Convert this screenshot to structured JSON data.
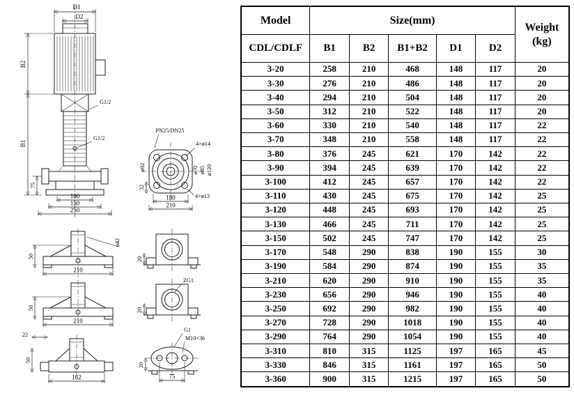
{
  "table": {
    "header": {
      "model": "Model",
      "model_sub": "CDL/CDLF",
      "size_group": "Size(mm)",
      "size_cols": [
        "B1",
        "B2",
        "B1+B2",
        "D1",
        "D2"
      ],
      "weight_line1": "Weight",
      "weight_line2": "(kg)"
    },
    "col_keys": [
      "model",
      "b1",
      "b2",
      "b1b2",
      "d1",
      "d2",
      "w"
    ],
    "rows": [
      {
        "model": "3-20",
        "b1": "258",
        "b2": "210",
        "b1b2": "468",
        "d1": "148",
        "d2": "117",
        "w": "20"
      },
      {
        "model": "3-30",
        "b1": "276",
        "b2": "210",
        "b1b2": "486",
        "d1": "148",
        "d2": "117",
        "w": "20"
      },
      {
        "model": "3-40",
        "b1": "294",
        "b2": "210",
        "b1b2": "504",
        "d1": "148",
        "d2": "117",
        "w": "20"
      },
      {
        "model": "3-50",
        "b1": "312",
        "b2": "210",
        "b1b2": "522",
        "d1": "148",
        "d2": "117",
        "w": "20"
      },
      {
        "model": "3-60",
        "b1": "330",
        "b2": "210",
        "b1b2": "540",
        "d1": "148",
        "d2": "117",
        "w": "22"
      },
      {
        "model": "3-70",
        "b1": "348",
        "b2": "210",
        "b1b2": "558",
        "d1": "148",
        "d2": "117",
        "w": "22"
      },
      {
        "model": "3-80",
        "b1": "376",
        "b2": "245",
        "b1b2": "621",
        "d1": "170",
        "d2": "142",
        "w": "22"
      },
      {
        "model": "3-90",
        "b1": "394",
        "b2": "245",
        "b1b2": "639",
        "d1": "170",
        "d2": "142",
        "w": "22"
      },
      {
        "model": "3-100",
        "b1": "412",
        "b2": "245",
        "b1b2": "657",
        "d1": "170",
        "d2": "142",
        "w": "22"
      },
      {
        "model": "3-110",
        "b1": "430",
        "b2": "245",
        "b1b2": "675",
        "d1": "170",
        "d2": "142",
        "w": "25"
      },
      {
        "model": "3-120",
        "b1": "448",
        "b2": "245",
        "b1b2": "693",
        "d1": "170",
        "d2": "142",
        "w": "25"
      },
      {
        "model": "3-130",
        "b1": "466",
        "b2": "245",
        "b1b2": "711",
        "d1": "170",
        "d2": "142",
        "w": "25"
      },
      {
        "model": "3-150",
        "b1": "502",
        "b2": "245",
        "b1b2": "747",
        "d1": "170",
        "d2": "142",
        "w": "25"
      },
      {
        "model": "3-170",
        "b1": "548",
        "b2": "290",
        "b1b2": "838",
        "d1": "190",
        "d2": "155",
        "w": "30"
      },
      {
        "model": "3-190",
        "b1": "584",
        "b2": "290",
        "b1b2": "874",
        "d1": "190",
        "d2": "155",
        "w": "35"
      },
      {
        "model": "3-210",
        "b1": "620",
        "b2": "290",
        "b1b2": "910",
        "d1": "190",
        "d2": "155",
        "w": "35"
      },
      {
        "model": "3-230",
        "b1": "656",
        "b2": "290",
        "b1b2": "946",
        "d1": "190",
        "d2": "155",
        "w": "40"
      },
      {
        "model": "3-250",
        "b1": "692",
        "b2": "290",
        "b1b2": "982",
        "d1": "190",
        "d2": "155",
        "w": "40"
      },
      {
        "model": "3-270",
        "b1": "728",
        "b2": "290",
        "b1b2": "1018",
        "d1": "190",
        "d2": "155",
        "w": "40"
      },
      {
        "model": "3-290",
        "b1": "764",
        "b2": "290",
        "b1b2": "1054",
        "d1": "190",
        "d2": "155",
        "w": "40"
      },
      {
        "model": "3-310",
        "b1": "810",
        "b2": "315",
        "b1b2": "1125",
        "d1": "197",
        "d2": "165",
        "w": "45"
      },
      {
        "model": "3-330",
        "b1": "846",
        "b2": "315",
        "b1b2": "1161",
        "d1": "197",
        "d2": "165",
        "w": "50"
      },
      {
        "model": "3-360",
        "b1": "900",
        "b2": "315",
        "b1b2": "1215",
        "d1": "197",
        "d2": "165",
        "w": "50"
      }
    ]
  },
  "diagram": {
    "pump_side_view": {
      "d1": "D1",
      "d2": "D2",
      "b2": "B2",
      "b1": "B1",
      "g12_discharge": "G1/2",
      "g12_drain": "G1/2",
      "h75": "75",
      "w100": "100",
      "w150": "150",
      "w250": "250"
    },
    "flange_top_view": {
      "pn": "PN25/DN25",
      "bolt_holes": "4×ø14",
      "dia92": "ø92",
      "dia70": "ø70",
      "dia85": "ø85",
      "dia120": "ø120",
      "v32": "32",
      "w180": "180",
      "w210": "210",
      "base_holes": "4×ø13"
    },
    "base_view_1": {
      "h50": "50",
      "w210": "210",
      "dia42": "ø42"
    },
    "flange_view_1": {
      "h20": "20"
    },
    "base_view_2": {
      "h50": "50",
      "w210": "210"
    },
    "flange_view_2": {
      "label": "ZG1",
      "h20": "20"
    },
    "base_view_3": {
      "w22": "22",
      "h50": "50",
      "w162": "162"
    },
    "flange_view_3": {
      "thread": "G1",
      "bolt": "M10×36",
      "h20": "20",
      "w75": "75"
    }
  }
}
